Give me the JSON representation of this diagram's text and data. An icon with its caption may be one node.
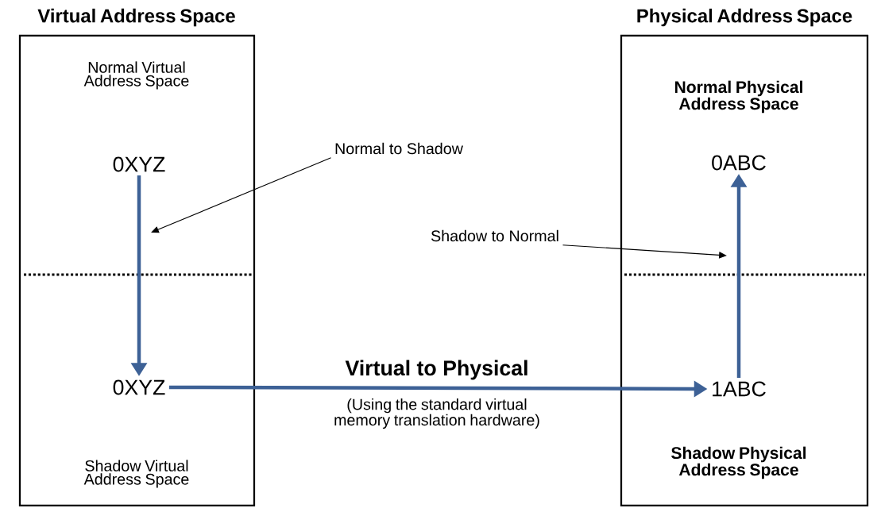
{
  "diagram": {
    "nodes": [
      {
        "text": [
          "Virtual Address Space",
          "Normal Virtual Address Space",
          "Shadow Virtual Address Space"
        ]
      },
      {
        "text": [
          "0XYZ"
        ],
        "in": 0
      },
      {
        "text": [
          "0XYZ"
        ],
        "in": 0
      },
      {
        "text": [
          "Physical Address Space",
          "Normal Physical Address Space",
          "Shadow Physical Address Space"
        ]
      },
      {
        "text": [
          "0ABC"
        ],
        "in": 3
      },
      {
        "text": [
          "1ABC"
        ],
        "in": 3
      },
      {
        "text": [
          "Normal to Shadow"
        ]
      },
      {
        "text": [
          "Shadow to Normal"
        ]
      }
    ],
    "edges": [
      {
        "from": 1,
        "to": 2,
        "arrow": "to"
      },
      {
        "from": 2,
        "to": 5,
        "arrow": "to",
        "label": "Virtual to Physical"
      },
      {
        "from": 5,
        "to": 4,
        "arrow": "to"
      },
      {
        "from": 6,
        "to": null,
        "arrow": "to",
        "color": "#000000"
      },
      {
        "from": 7,
        "to": null,
        "arrow": "to",
        "color": "#000000"
      }
    ],
    "labels": [
      "(Using the standard virtual memory translation hardware)"
    ]
  }
}
